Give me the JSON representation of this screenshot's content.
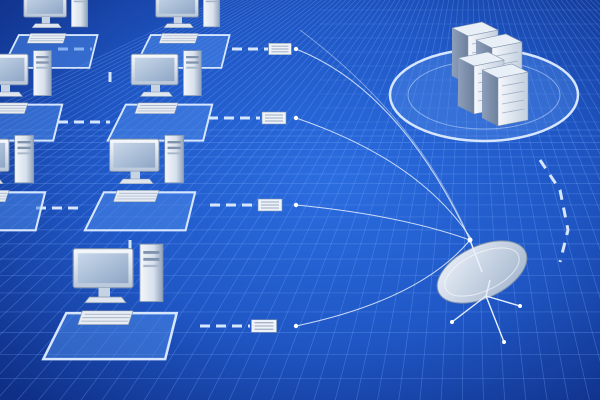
{
  "scene": {
    "background": {
      "inner": "#2b6de0",
      "mid": "#1f56c4",
      "outer": "#0f2f86"
    },
    "grid_color": "#7fb0ff",
    "link_color": "#e8f1ff",
    "platform_fill": "#4a86e6",
    "platform_stroke": "#d6e6ff",
    "device_light": "#f2f6fb",
    "device_mid": "#c6d3e3",
    "device_dark": "#8193ad",
    "screen_color": "#9fb4cf"
  },
  "workstations": [
    {
      "id": "ws-1",
      "label": ""
    },
    {
      "id": "ws-2",
      "label": ""
    },
    {
      "id": "ws-3",
      "label": ""
    },
    {
      "id": "ws-4",
      "label": ""
    },
    {
      "id": "ws-5",
      "label": ""
    },
    {
      "id": "ws-6",
      "label": ""
    },
    {
      "id": "ws-7",
      "label": ""
    }
  ],
  "server": {
    "label": ""
  },
  "satellite_dish": {
    "label": ""
  }
}
